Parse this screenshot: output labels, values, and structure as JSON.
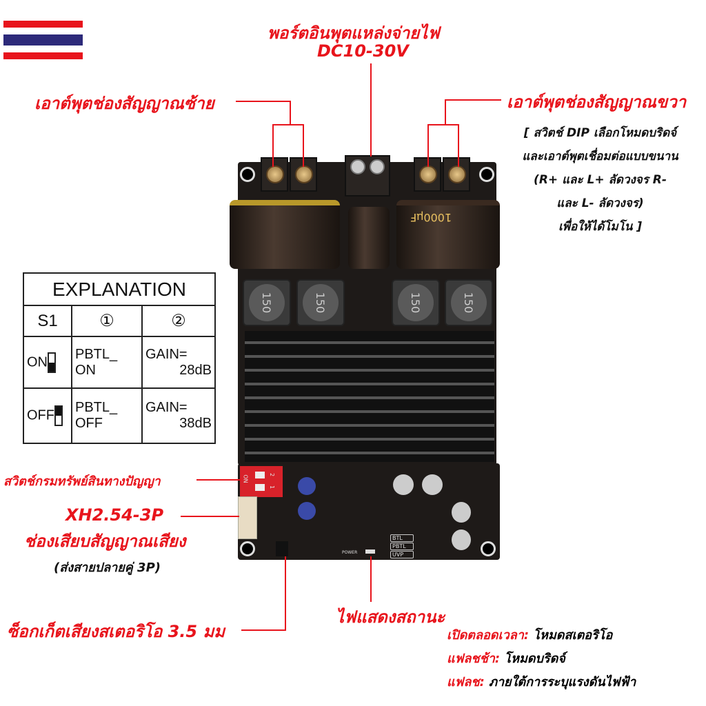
{
  "flag": {
    "colors": [
      "#e8141c",
      "#ffffff",
      "#2d2a7a",
      "#ffffff",
      "#e8141c"
    ]
  },
  "labels": {
    "power_input": "พอร์ตอินพุตแหล่งจ่ายไฟ",
    "power_voltage": "DC10-30V",
    "left_output": "เอาต์พุตช่องสัญญาณซ้าย",
    "right_output": "เอาต์พุตช่องสัญญาณขวา",
    "bridge_note": [
      "[ สวิตช์ DIP เลือกโหมดบริดจ์",
      "และเอาต์พุตเชื่อมต่อแบบขนาน",
      "(R+ และ L+ ลัดวงจร R-",
      "และ L- ลัดวงจร)",
      "เพื่อให้ได้โมโน ]"
    ],
    "dip_switch": "สวิตช์กรมทรัพย์สินทางปัญญา",
    "xh_connector": "XH2.54-3P",
    "xh_desc": "ช่องเสียบสัญญาณเสียง",
    "xh_note": "(ส่งสายปลายคู่ 3P)",
    "jack": "ซ็อกเก็ตเสียงสเตอริโอ 3.5 มม",
    "status_led": "ไฟแสดงสถานะ",
    "led_modes": [
      {
        "key": "เปิดตลอดเวลา:",
        "value": "โหมดสเตอริโอ"
      },
      {
        "key": "แฟลชช้า:",
        "value": "โหมดบริดจ์"
      },
      {
        "key": "แฟลช:",
        "value": "ภายใต้การระบุแรงดันไฟฟ้า"
      }
    ]
  },
  "explanation": {
    "title": "EXPLANATION",
    "headers": [
      "S1",
      "①",
      "②"
    ],
    "rows": [
      {
        "state": "ON",
        "mode": [
          "PBTL_",
          "ON"
        ],
        "gain": [
          "GAIN=",
          "28dB"
        ]
      },
      {
        "state": "OFF",
        "mode": [
          "PBTL_",
          "OFF"
        ],
        "gain": [
          "GAIN=",
          "38dB"
        ]
      }
    ]
  },
  "board": {
    "cap_label": "1000μF",
    "inductor_label": "150",
    "pcb_marks": [
      "ON",
      "1",
      "2",
      "POWER",
      "BTL",
      "PBTL",
      "UVP"
    ]
  }
}
